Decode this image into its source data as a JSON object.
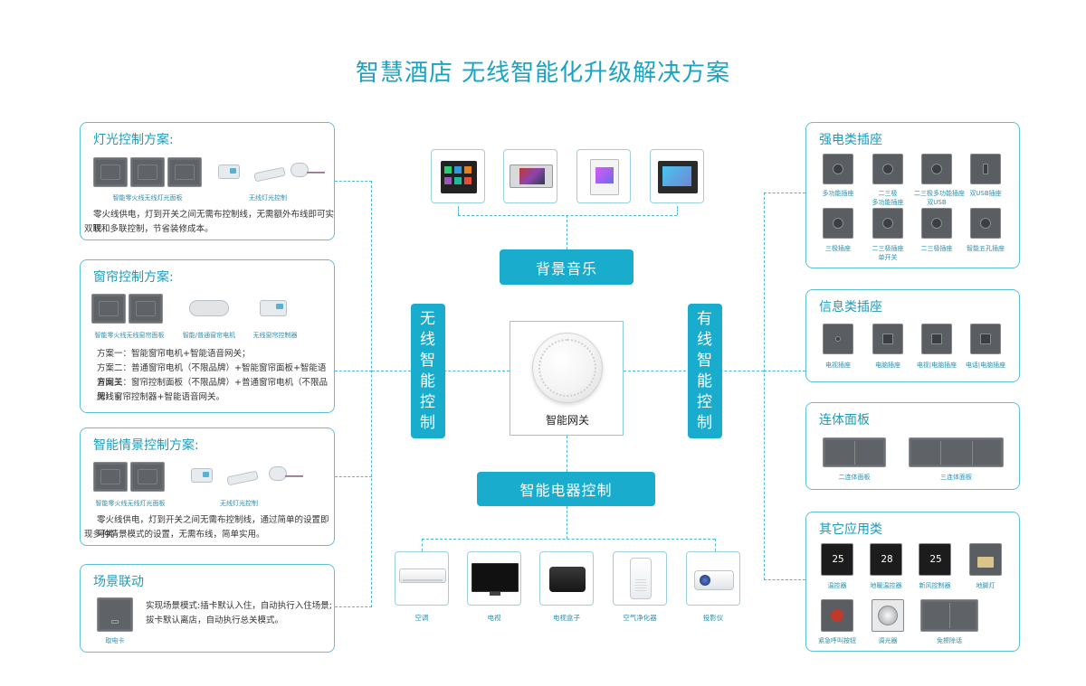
{
  "title": "智慧酒店 无线智能化升级解决方案",
  "left_panels": {
    "lighting": {
      "title": "灯光控制方案:",
      "caption_switch": "智能零火线无线灯光面板",
      "caption_module": "无线灯光控制",
      "desc": [
        "零火线供电，灯到开关之间无需布控制线，无需额外布线即可实现",
        "双联和多联控制，节省装修成本。"
      ]
    },
    "curtain": {
      "title": "窗帘控制方案:",
      "caption_switch": "智能零火线无线窗帘面板",
      "caption_motor": "智能/普通窗帘电机",
      "caption_ctrl": "无线窗帘控制器",
      "desc": [
        "方案一：智能窗帘电机+智能语音网关；",
        "方案二：普通窗帘电机（不限品牌）+智能窗帘面板+智能语音网关",
        "方案三：窗帘控制面板（不限品牌）+普通窗帘电机（不限品牌）+",
        "无线窗帘控制器+智能语音网关。"
      ]
    },
    "scene": {
      "title": "智能情景控制方案:",
      "caption_switch": "智能零火线无线灯光面板",
      "caption_module": "无线灯光控制",
      "desc": [
        "零火线供电，灯到开关之间无需布控制线，通过简单的设置即可实",
        "现多种情景模式的设置，无需布线，简单实用。"
      ]
    },
    "linkage": {
      "title": "场景联动",
      "caption_card": "取电卡",
      "desc": [
        "实现场景模式:插卡默认入住，自动执行入住场景;",
        "拔卡默认离店，自动执行总关模式。"
      ]
    }
  },
  "center": {
    "music_tag": "背景音乐",
    "gateway_label": "智能网关",
    "appliance_tag": "智能电器控制",
    "wireless_tag": [
      "无",
      "线",
      "智",
      "能",
      "控",
      "制"
    ],
    "wired_tag": [
      "有",
      "线",
      "智",
      "能",
      "控",
      "制"
    ],
    "appliances": [
      "空调",
      "电视",
      "电视盒子",
      "空气净化器",
      "投影仪"
    ]
  },
  "right_panels": {
    "power": {
      "title": "强电类插座",
      "row1": [
        "多功能插座",
        "二三极\n多功能插座",
        "二三极多功能插座\n双USB",
        "双USB插座"
      ],
      "row2": [
        "三极插座",
        "二三极插座\n单开关",
        "二三极插座",
        "智能五孔插座"
      ]
    },
    "info": {
      "title": "信息类插座",
      "items": [
        "电视插座",
        "电脑插座",
        "电视|电脑插座",
        "电话|电脑插座"
      ]
    },
    "multi": {
      "title": "连体面板",
      "items": [
        "二连体面板",
        "三连体面板"
      ]
    },
    "other": {
      "title": "其它应用类",
      "row1": [
        "温控器",
        "地暖温控器",
        "新风控制器",
        "地脚灯"
      ],
      "row2": [
        "紧急呼叫按钮",
        "调光器",
        "免擦除话"
      ],
      "thermo_values": [
        "25",
        "28",
        "25"
      ]
    }
  },
  "colors": {
    "accent": "#1aaccc",
    "border": "#5bc0d8",
    "caption": "#2d8fae"
  }
}
